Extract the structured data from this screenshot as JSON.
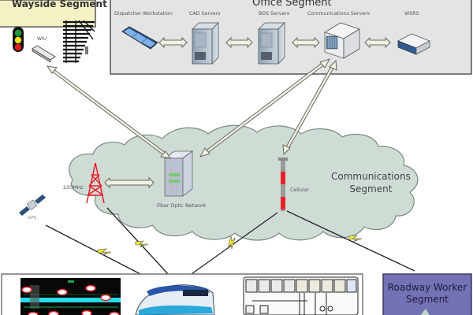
{
  "wayside": {
    "title": "Wayside Segment",
    "wiu_label": "WIU",
    "bg_color": "#f4f2c4"
  },
  "office": {
    "title": "Office Segment",
    "bg_color": "#e4e4e4",
    "nodes": [
      {
        "label": "Dispatcher Workstation",
        "icon": "monitor-icon"
      },
      {
        "label": "CAD Servers",
        "icon": "server-tower-icon"
      },
      {
        "label": "BOS Servers",
        "icon": "server-tower-icon"
      },
      {
        "label": "Communications Servers",
        "icon": "server-chassis-icon"
      },
      {
        "label": "WSRS",
        "icon": "network-appliance-icon"
      }
    ]
  },
  "communications": {
    "title_line1": "Communications",
    "title_line2": "Segment",
    "cloud_color": "#cfdcd4",
    "radio_label": "220MHz",
    "fiber_label": "Fiber Optic Network",
    "cellular_label": "Cellular",
    "gps_label": "GPS"
  },
  "roadway": {
    "title_line1": "Roadway Worker",
    "title_line2": "Segment",
    "bg_color": "#7471b4"
  },
  "onboard": {
    "title": "Onboard Segment"
  },
  "colors": {
    "accent_red": "#e8202a",
    "arrow_fill": "#f2f2e2",
    "lightning": "#f3ef2a"
  }
}
